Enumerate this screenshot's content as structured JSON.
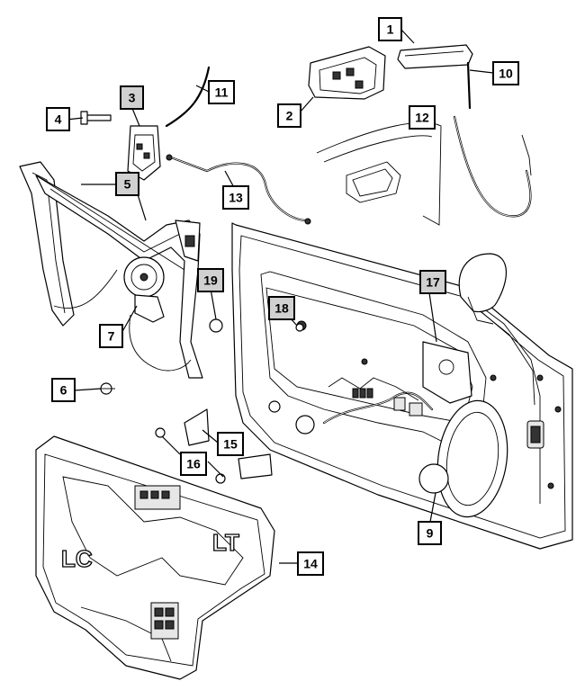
{
  "callouts": {
    "c1": "1",
    "c2": "2",
    "c3": "3",
    "c4": "4",
    "c5": "5",
    "c6": "6",
    "c7": "7",
    "c9": "9",
    "c10": "10",
    "c11": "11",
    "c12": "12",
    "c13": "13",
    "c14": "14",
    "c15": "15",
    "c16": "16",
    "c17": "17",
    "c18": "18",
    "c19": "19"
  },
  "panel_marks": {
    "lc": "LC",
    "lt": "LT"
  },
  "colors": {
    "line": "#000000",
    "callout_shaded": "#d0d0d0",
    "background": "#ffffff"
  }
}
